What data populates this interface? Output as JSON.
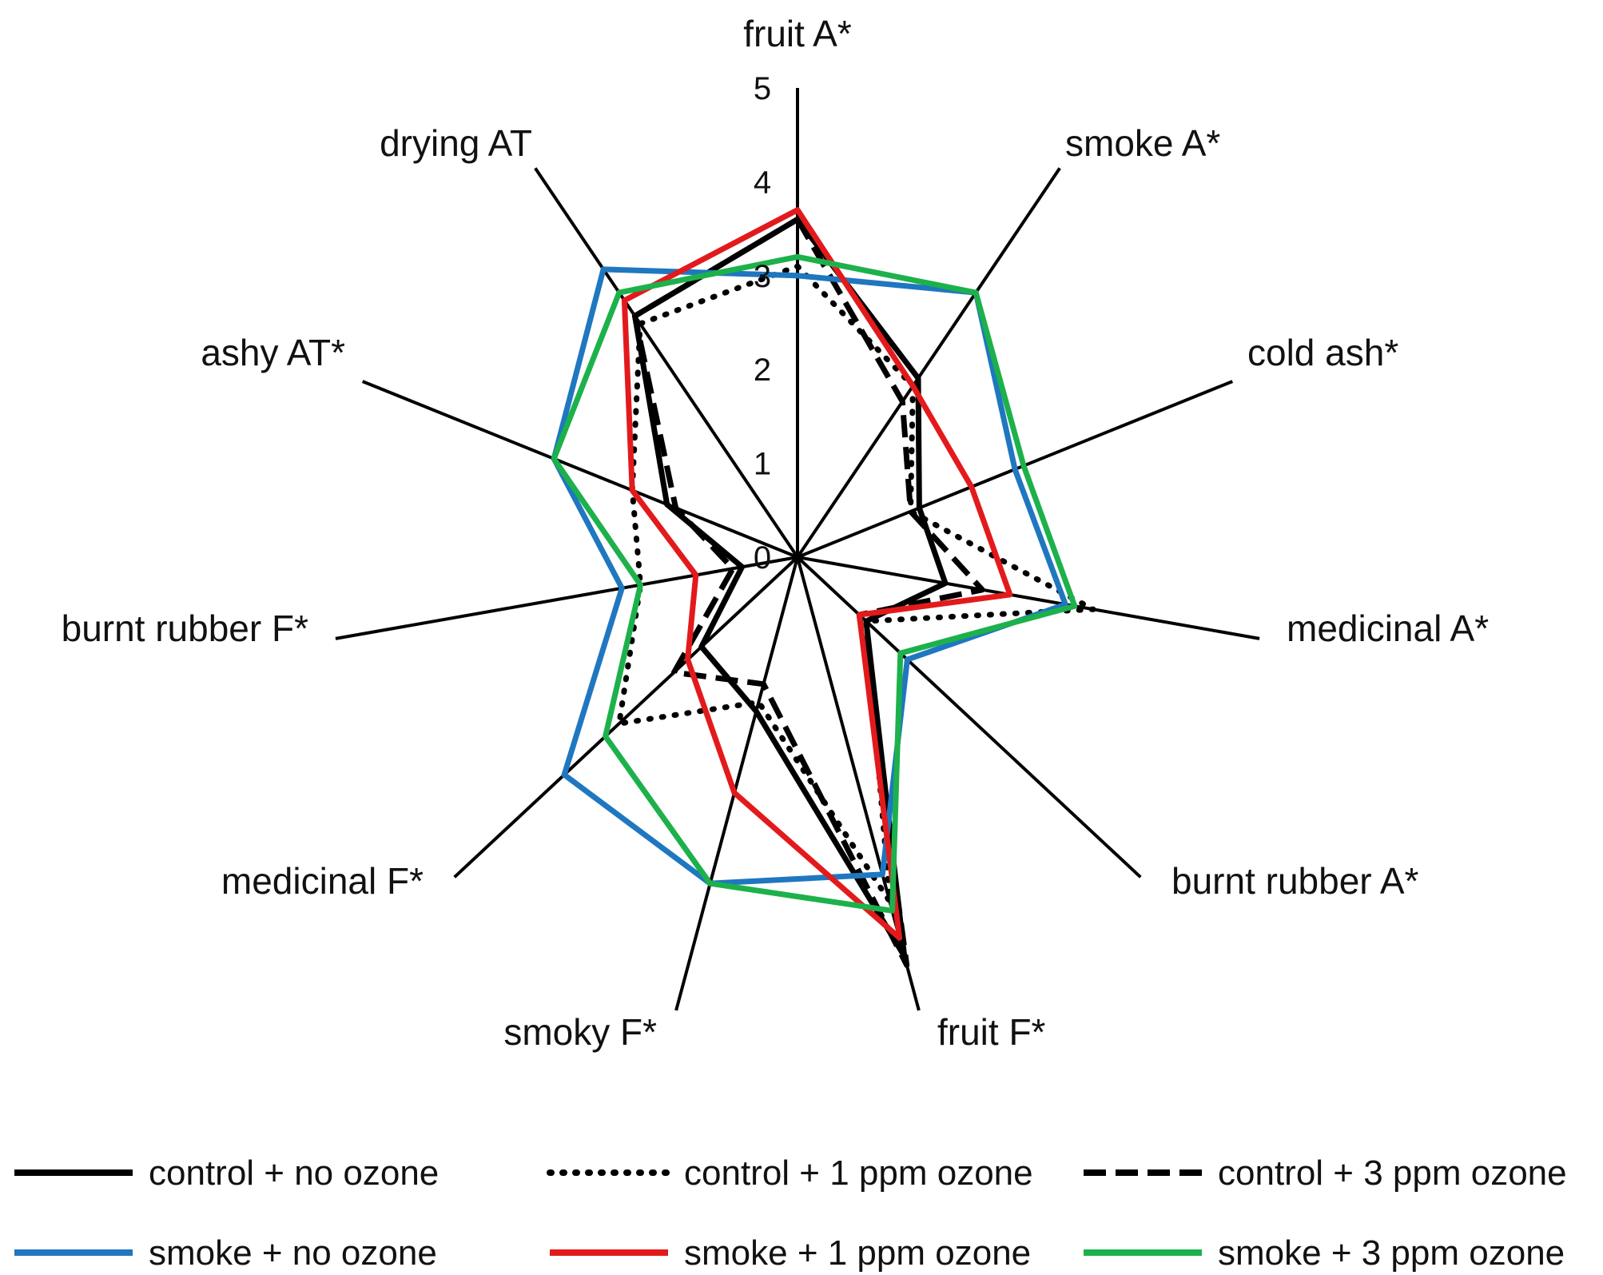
{
  "chart_data": {
    "type": "radar",
    "title": "",
    "axes": [
      "fruit A*",
      "smoke A*",
      "cold ash*",
      "medicinal A*",
      "burnt rubber A*",
      "fruit F*",
      "smoky F*",
      "medicinal F*",
      "burnt rubber F*",
      "ashy AT*",
      "drying AT"
    ],
    "axis_angles_deg": [
      90,
      56,
      22,
      -10,
      -43,
      -75,
      -105,
      -137,
      -170,
      158,
      124
    ],
    "rlim": [
      0,
      5
    ],
    "ticks": [
      "0",
      "1",
      "2",
      "3",
      "4",
      "5"
    ],
    "grid": false,
    "legend_position": "bottom",
    "series": [
      {
        "name": "control + no ozone",
        "color": "#000000",
        "dash": "solid",
        "values": [
          3.6,
          2.3,
          1.4,
          1.6,
          1.0,
          4.4,
          1.7,
          1.4,
          0.6,
          1.5,
          3.1
        ]
      },
      {
        "name": "control + 1 ppm ozone",
        "color": "#000000",
        "dash": "dotted",
        "values": [
          3.1,
          2.2,
          1.3,
          3.2,
          1.0,
          3.8,
          1.6,
          2.6,
          1.7,
          1.9,
          3.0
        ]
      },
      {
        "name": "control + 3 ppm ozone",
        "color": "#000000",
        "dash": "dashed",
        "values": [
          3.6,
          2.0,
          1.3,
          2.0,
          0.9,
          4.5,
          1.4,
          1.8,
          0.7,
          1.4,
          3.1
        ]
      },
      {
        "name": "smoke + no ozone",
        "color": "#1F77C0",
        "dash": "solid",
        "values": [
          3.0,
          3.4,
          2.5,
          2.9,
          1.6,
          3.5,
          3.6,
          3.4,
          1.9,
          2.8,
          3.7
        ]
      },
      {
        "name": "smoke + 1 ppm ozone",
        "color": "#E31A1C",
        "dash": "solid",
        "values": [
          3.7,
          2.2,
          2.0,
          2.3,
          0.9,
          4.2,
          2.6,
          1.6,
          1.1,
          1.9,
          3.3
        ]
      },
      {
        "name": "smoke + 3 ppm ozone",
        "color": "#1DB14B",
        "dash": "solid",
        "values": [
          3.2,
          3.4,
          2.6,
          3.0,
          1.5,
          3.9,
          3.6,
          2.8,
          1.7,
          2.8,
          3.4
        ]
      }
    ]
  }
}
